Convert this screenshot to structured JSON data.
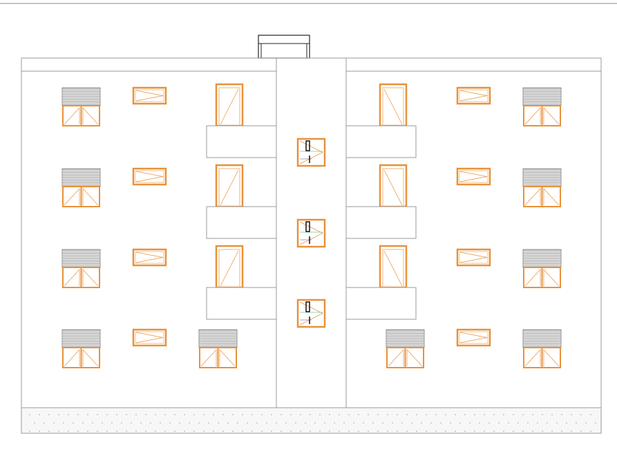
{
  "drawing": {
    "type": "building-elevation",
    "floors": 4,
    "colors": {
      "outline": "#9a9a9a",
      "frame": "#e8913a",
      "frame_inner": "#f3c08a",
      "shutter": "#c8c8c8",
      "roof_structure": "#222222",
      "plinth_dots": "#b5b5b5"
    },
    "wing_window_pattern_upper": [
      "shutter-window",
      "small-window",
      "balcony-door"
    ],
    "wing_window_pattern_ground": [
      "shutter-window",
      "small-window",
      "shutter-window"
    ],
    "core_windows": 3,
    "balconies_per_wing": 3
  }
}
